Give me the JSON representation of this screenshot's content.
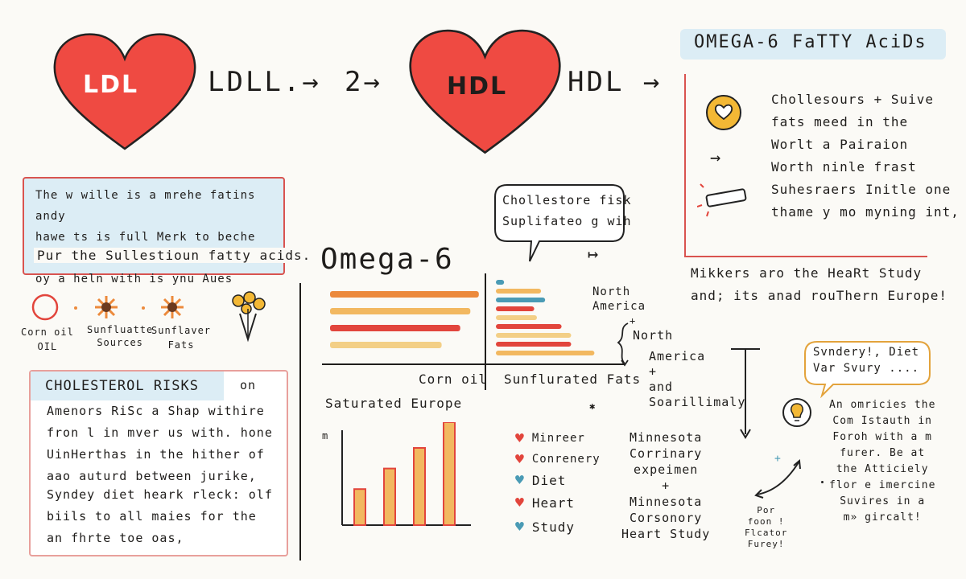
{
  "hearts": {
    "left_label": "LDL",
    "right_label": "HDL"
  },
  "top_flow": {
    "ldl_arrow": "LDLL.→",
    "two_arrow": "2→",
    "hdl_arrow": "HDL →"
  },
  "omega_panel": {
    "title": "OMEGA-6 FaTTY AciDs",
    "lines": [
      "Chollesours + Suive",
      "fats meed in the",
      "Worlt a Pairaion",
      "Worth ninle frast",
      "Suhesraers Initle one",
      "thame y mo myning int,"
    ]
  },
  "intro_note": {
    "lines": [
      "The w wille is a mrehe fatins andy",
      "hawe ts is full Merk to beche thors",
      "oy a heln with is ynu Aues",
      "Pur the Sullestioun fatty acids."
    ]
  },
  "oils": [
    {
      "label": "Corn oil\nOIL"
    },
    {
      "label": "Sunfluatte\nSources"
    },
    {
      "label": "Sunflaver\nFats"
    }
  ],
  "risks_panel": {
    "title": "CHOLESTEROL RISKS",
    "title_suffix": "on",
    "lines": [
      "Amenors RiSc a Shap withire",
      "fron l in mver us with. hone",
      "UinHerthas in the hither of",
      "aao auturd between jurike,",
      "Syndey diet heark rleck: olf",
      "biils to all maies for the",
      "an fhrte toe oas,"
    ]
  },
  "center": {
    "title": "Omega-6",
    "speech": "Chollestore fisk\nSuplifateo g wih",
    "arrow_right": "↦",
    "corn_oil": "Corn oil",
    "sunflurated": "Sunflurated Fats",
    "saturated_europe": "Saturated Europe",
    "region_a": "North\nAmerica",
    "region_plus": "+",
    "region_b": "North",
    "region_c": "America\n+\nand\nSoarillimaly",
    "small_mark": "✱"
  },
  "heart_study": {
    "line1": "Mikkers aro the HeaRt Study",
    "line2": "and; its anad rouThern Europe!"
  },
  "legend": [
    {
      "label": "Minreer",
      "color": "#e2453c",
      "shape": "heart"
    },
    {
      "label": "Conrenery",
      "color": "#e2453c",
      "shape": "heart"
    },
    {
      "label": "Diet",
      "color": "#4a9bb5",
      "shape": "heart"
    },
    {
      "label": "Heart",
      "color": "#e2453c",
      "shape": "heart"
    },
    {
      "label": "Study",
      "color": "#4a9bb5",
      "shape": "heart"
    }
  ],
  "minnesota": {
    "text": "Minnesota\nCorrinary\nexpeimen\n+\nMinnesota\nCorsonory\nHeart Study"
  },
  "right_bubble": "Svndery!, Diet\nVar Svury ....",
  "right_notes": "An omricies the\nCom Istauth in\nForoh with a m\nfurer. Be at\nthe Atticiely\nflor e imercine\nSuvires in a\nm» gircalt!",
  "footer_note": "Por\nfoon !\nFlcator\nFurey!",
  "chart_data": [
    {
      "type": "bar",
      "orientation": "horizontal",
      "series": [
        {
          "values": [
            8.8,
            8.3,
            7.7,
            6.6
          ]
        }
      ],
      "colors": [
        "#ec8a3c",
        "#f2b860",
        "#e2453c",
        "#f3cf86"
      ]
    },
    {
      "type": "bar",
      "orientation": "horizontal",
      "series": [
        {
          "values": [
            0.6,
            3.3,
            3.6,
            2.8,
            3.0,
            4.8,
            5.5,
            5.5,
            7.2
          ]
        }
      ],
      "colors": [
        "#4a9bb5",
        "#f2b860",
        "#4a9bb5",
        "#e2453c",
        "#f3cf86",
        "#e2453c",
        "#f3cf86",
        "#e2453c",
        "#f2b860"
      ]
    },
    {
      "type": "bar",
      "orientation": "vertical",
      "ylabel": "m",
      "series": [
        {
          "values": [
            1.4,
            2.2,
            3.0,
            4.0
          ]
        }
      ],
      "colors": [
        "#f2b860",
        "#f2b860",
        "#f2b860",
        "#f2b860"
      ],
      "outline": "#e2453c"
    }
  ],
  "colors": {
    "accent_red": "#e2453c",
    "accent_blue": "#dcedf5",
    "accent_orange": "#ec8a3c",
    "accent_teal": "#4a9bb5"
  }
}
